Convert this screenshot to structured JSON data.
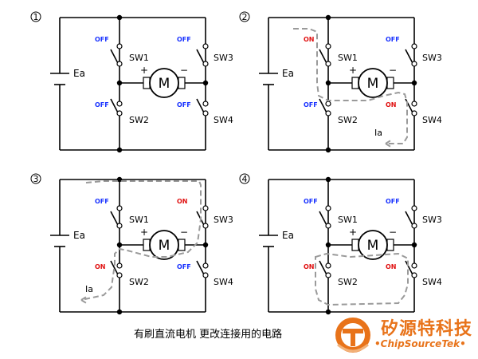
{
  "panels": [
    {
      "number": "1",
      "sw1": {
        "label": "SW1",
        "state": "OFF"
      },
      "sw2": {
        "label": "SW2",
        "state": "OFF"
      },
      "sw3": {
        "label": "SW3",
        "state": "OFF"
      },
      "sw4": {
        "label": "SW4",
        "state": "OFF"
      },
      "source_label": "Ea",
      "motor_label": "M",
      "plus": "+",
      "minus": "−",
      "current_label": ""
    },
    {
      "number": "2",
      "sw1": {
        "label": "SW1",
        "state": "ON"
      },
      "sw2": {
        "label": "SW2",
        "state": "OFF"
      },
      "sw3": {
        "label": "SW3",
        "state": "OFF"
      },
      "sw4": {
        "label": "SW4",
        "state": "ON"
      },
      "source_label": "Ea",
      "motor_label": "M",
      "plus": "+",
      "minus": "−",
      "current_label": "Ia"
    },
    {
      "number": "3",
      "sw1": {
        "label": "SW1",
        "state": "OFF"
      },
      "sw2": {
        "label": "SW2",
        "state": "ON"
      },
      "sw3": {
        "label": "SW3",
        "state": "ON"
      },
      "sw4": {
        "label": "SW4",
        "state": "OFF"
      },
      "source_label": "Ea",
      "motor_label": "M",
      "plus": "+",
      "minus": "−",
      "current_label": "Ia"
    },
    {
      "number": "4",
      "sw1": {
        "label": "SW1",
        "state": "OFF"
      },
      "sw2": {
        "label": "SW2",
        "state": "ON"
      },
      "sw3": {
        "label": "SW3",
        "state": "OFF"
      },
      "sw4": {
        "label": "SW4",
        "state": "ON"
      },
      "source_label": "Ea",
      "motor_label": "M",
      "plus": "+",
      "minus": "−",
      "current_label": ""
    }
  ],
  "caption": "有刷直流电机 更改连接用的电路",
  "brand": {
    "name_cn": "矽源特科技",
    "name_en": "•ChipSourceTek•"
  },
  "colors": {
    "off": "#1a33ff",
    "on": "#e01010",
    "current_path": "#9a9a9a",
    "brand": "#e8731a"
  },
  "icons": [
    "current-path-arrow",
    "brand-logo-icon"
  ]
}
